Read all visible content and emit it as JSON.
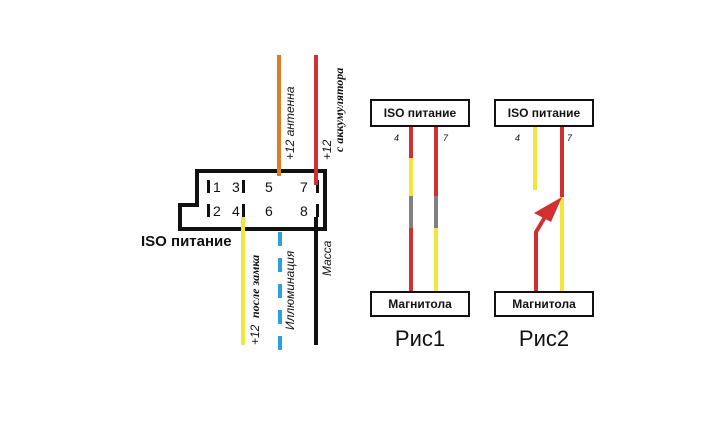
{
  "colors": {
    "orange": "#e07c22",
    "red": "#d23030",
    "yellow": "#f2e63c",
    "blue": "#2aa2dc",
    "black": "#111111",
    "gray": "#808080"
  },
  "connector": {
    "pins_top": [
      "1",
      "3",
      "5",
      "7"
    ],
    "pins_bottom": [
      "2",
      "4",
      "6",
      "8"
    ],
    "label": "ISO питание"
  },
  "wires": {
    "antenna": "+12 антенна",
    "battery_line1": "+12",
    "battery_line2": "с аккумулятора",
    "ignition_line1": "+12",
    "ignition_line2": "после замка",
    "illumination": "Иллюминация",
    "ground": "Масса"
  },
  "fig1": {
    "top_box": "ISO питание",
    "bottom_box": "Магнитола",
    "pin_left": "4",
    "pin_right": "7",
    "caption": "Рис1"
  },
  "fig2": {
    "top_box": "ISO питание",
    "bottom_box": "Магнитола",
    "pin_left": "4",
    "pin_right": "7",
    "caption": "Рис2"
  }
}
